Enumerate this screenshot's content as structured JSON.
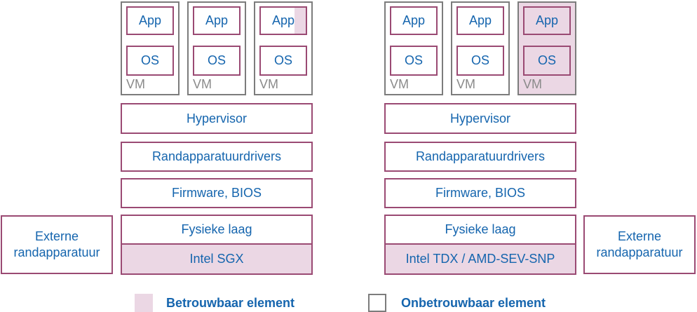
{
  "colors": {
    "trusted_pink": "#ebd7e4",
    "border_maroon": "#9a4a73",
    "border_gray": "#7c7c7c",
    "text_blue": "#1565ae",
    "vm_label_gray": "#8a8a8a"
  },
  "left": {
    "vms": [
      {
        "app": "App",
        "os": "OS",
        "label": "VM"
      },
      {
        "app": "App",
        "os": "OS",
        "label": "VM"
      },
      {
        "app": "App",
        "os": "OS",
        "label": "VM"
      }
    ],
    "layers": [
      "Hypervisor",
      "Randapparatuurdrivers",
      "Firmware, BIOS"
    ],
    "physical": "Fysieke laag",
    "tech": "Intel SGX",
    "external": "Externe randapparatuur"
  },
  "right": {
    "vms": [
      {
        "app": "App",
        "os": "OS",
        "label": "VM"
      },
      {
        "app": "App",
        "os": "OS",
        "label": "VM"
      },
      {
        "app": "App",
        "os": "OS",
        "label": "VM"
      }
    ],
    "layers": [
      "Hypervisor",
      "Randapparatuurdrivers",
      "Firmware, BIOS"
    ],
    "physical": "Fysieke laag",
    "tech": "Intel TDX / AMD-SEV-SNP",
    "external": "Externe randapparatuur"
  },
  "legend": {
    "trusted": "Betrouwbaar element",
    "untrusted": "Onbetrouwbaar element"
  }
}
